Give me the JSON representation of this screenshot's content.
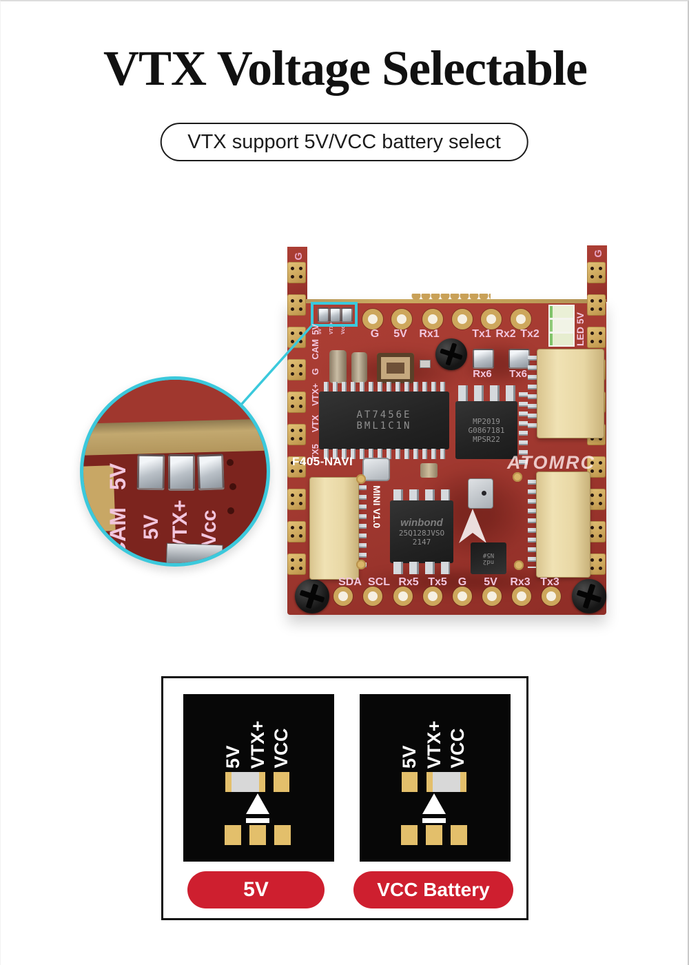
{
  "page": {
    "title": "VTX Voltage Selectable",
    "subtitle": "VTX support 5V/VCC battery select"
  },
  "pcb": {
    "ear_left_label": "G",
    "ear_right_label": "G",
    "top_pins": [
      "G",
      "5V",
      "Rx1",
      "Tx1",
      "Rx2",
      "Tx2"
    ],
    "uart6_pads": [
      "Rx6",
      "Tx6"
    ],
    "led_label": "LED 5V",
    "left_edge_labels": [
      "5V",
      "CAM",
      "G",
      "VTX+",
      "VTX",
      "TX5"
    ],
    "board_name": "F405-NAVI",
    "board_version": "MINI V1.0",
    "brand": "ATOMRC",
    "osd_chip": [
      "AT7456E",
      "BML1C1N"
    ],
    "regulator_chip": [
      "MP2019",
      "G0867181",
      "MPSR22"
    ],
    "flash_chip": [
      "winbond",
      "25Q128JVSO",
      "2147"
    ],
    "small_chip": [
      "nd2",
      "N5#"
    ],
    "bottom_pins": [
      "SDA",
      "SCL",
      "Rx5",
      "Tx5",
      "G",
      "5V",
      "Rx3",
      "Tx3"
    ]
  },
  "callout": {
    "side_labels": [
      "5V",
      "CAM"
    ],
    "pad_labels": [
      "5V",
      "VTX+",
      "Vcc"
    ]
  },
  "selector": {
    "pad_labels": [
      "5V",
      "VTX+",
      "VCC"
    ],
    "options": [
      {
        "button_label": "5V"
      },
      {
        "button_label": "VCC Battery"
      }
    ]
  },
  "colors": {
    "accent_cyan": "#3BC9DC",
    "button_red": "#CE1F2F",
    "pad_gold": "#E3BF6B",
    "bridge_gray": "#D8D8D8",
    "pcb_red": "#A33A31"
  }
}
